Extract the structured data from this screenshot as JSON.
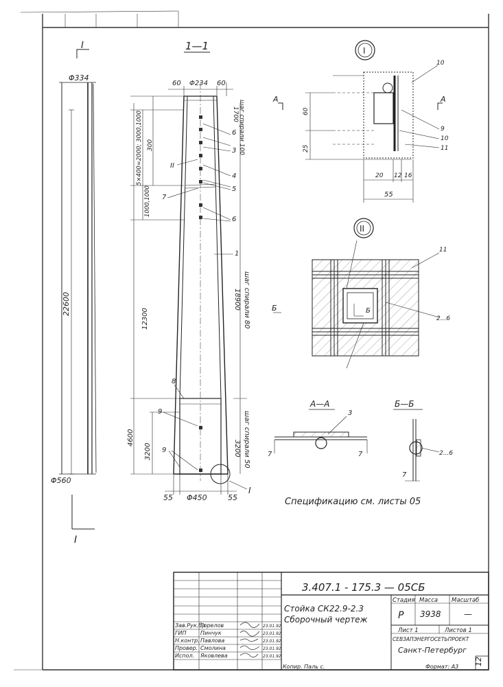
{
  "sheet": {
    "corner_number": "12",
    "bottom_left_note": "Копир. Паль с.",
    "format": "Формат: А3"
  },
  "views": {
    "side": {
      "section_mark": "I",
      "top_diameter": "Φ334",
      "bottom_diameter": "Φ560",
      "length": "22600"
    },
    "section": {
      "title": "1—1",
      "top_left_dim": "60",
      "top_diameter": "Φ234",
      "top_right_dim": "60",
      "dim_300": "300",
      "dim_stack": "5×400=2000; 3000,1000",
      "dim_1000": "1000,1000",
      "dim_main": "12300",
      "dim_4600": "4600",
      "dim_3200": "3200",
      "bottom_left": "55",
      "bottom_diameter": "Φ450",
      "bottom_right": "55",
      "right_top_note": "шаг спирали 100",
      "right_top_dim": "1700",
      "right_mid_note": "шаг спирали 80",
      "right_mid_dim": "18900",
      "right_bottom_note": "шаг спирали 50",
      "right_bottom_dim": "3200",
      "detail_ref_II": "II",
      "detail_ref_I": "I",
      "callouts": [
        "6",
        "3",
        "4",
        "5",
        "7",
        "6",
        "1",
        "8",
        "9",
        "9"
      ]
    },
    "detail_I": {
      "label": "I",
      "section_cut": "А",
      "dims": [
        "60",
        "25",
        "20",
        "12",
        "16",
        "55"
      ],
      "callouts": [
        "10",
        "9",
        "10",
        "11"
      ]
    },
    "detail_II": {
      "label": "II",
      "section_cut": "Б",
      "callouts": [
        "11",
        "2...6"
      ]
    },
    "section_AA": {
      "title": "А—А",
      "callout": "3",
      "marks": [
        "7",
        "7"
      ]
    },
    "section_BB": {
      "title": "Б—Б",
      "callout": "2...6",
      "marks": [
        "7"
      ]
    },
    "spec_note": "Спецификацию см. листы 05",
    "bottom_mark": "I"
  },
  "title_block": {
    "doc_code": "3.407.1 - 175.3 — 05СБ",
    "name_line1": "Стойка СК22.9-2.3",
    "name_line2": "Сборочный чертеж",
    "stage_header": "Стадия",
    "mass_header": "Масса",
    "scale_header": "Масштаб",
    "stage_value": "Р",
    "mass_value": "3938",
    "scale_value": "—",
    "sheet_label": "Лист 1",
    "sheets_label": "Листов 1",
    "org": "СЕВЗАПЭНЕРГОСЕТЬПРОЕКТ",
    "city": "Санкт-Петербург",
    "people": [
      {
        "role": "Зав.Рук.бр",
        "name": "Горелов",
        "date": "23.01.92"
      },
      {
        "role": "ГИП",
        "name": "Пинчук",
        "date": "23.01.92"
      },
      {
        "role": "Н.контр.",
        "name": "Павлова",
        "date": "23.01.92"
      },
      {
        "role": "Провер.",
        "name": "Смолина",
        "date": "23.01.92"
      },
      {
        "role": "Испол.",
        "name": "Яковлева",
        "date": "23.01.92"
      }
    ]
  }
}
